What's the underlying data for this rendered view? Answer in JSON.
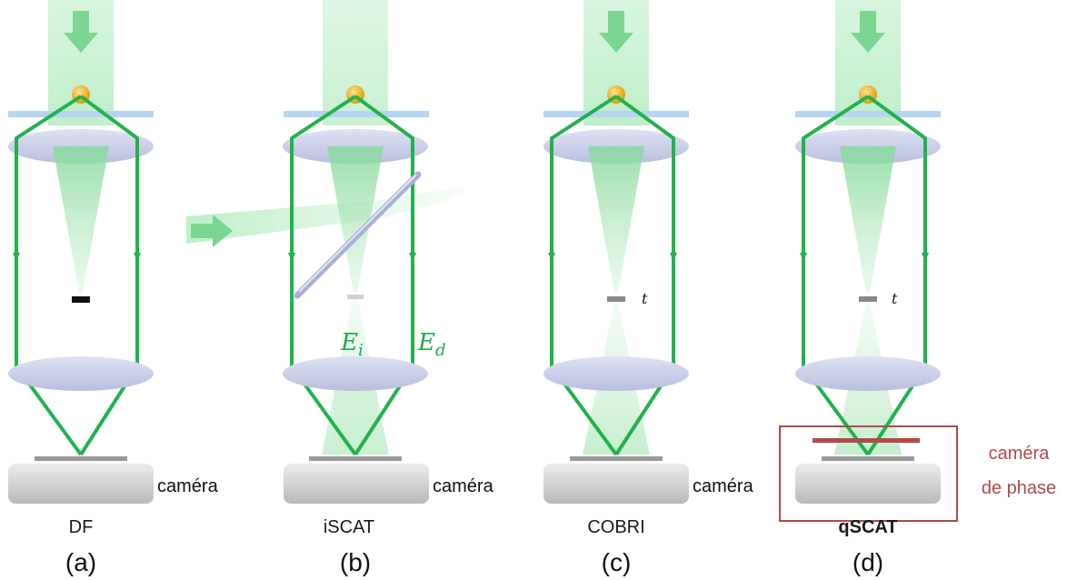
{
  "panels": [
    {
      "id": "a",
      "letter": "(a)",
      "name": "DF",
      "camera": "caméra"
    },
    {
      "id": "b",
      "letter": "(b)",
      "name": "iSCAT",
      "camera": "caméra",
      "field_incident": "E",
      "field_incident_sub": "i",
      "field_diffused": "E",
      "field_diffused_sub": "d"
    },
    {
      "id": "c",
      "letter": "(c)",
      "name": "COBRI",
      "camera": "caméra",
      "thickness": "t"
    },
    {
      "id": "d",
      "letter": "(d)",
      "name": "qSCAT",
      "camera_line1": "caméra",
      "camera_line2": "de phase",
      "thickness": "t"
    }
  ],
  "colors": {
    "beam": "#9fe3ae",
    "ray": "#22b24c",
    "coverslip": "#b6d5f0",
    "lens": "#c9cde8",
    "particle": "#f2b820",
    "camera_body": "#cfcfcf",
    "highlight_box": "#b24a4a"
  }
}
